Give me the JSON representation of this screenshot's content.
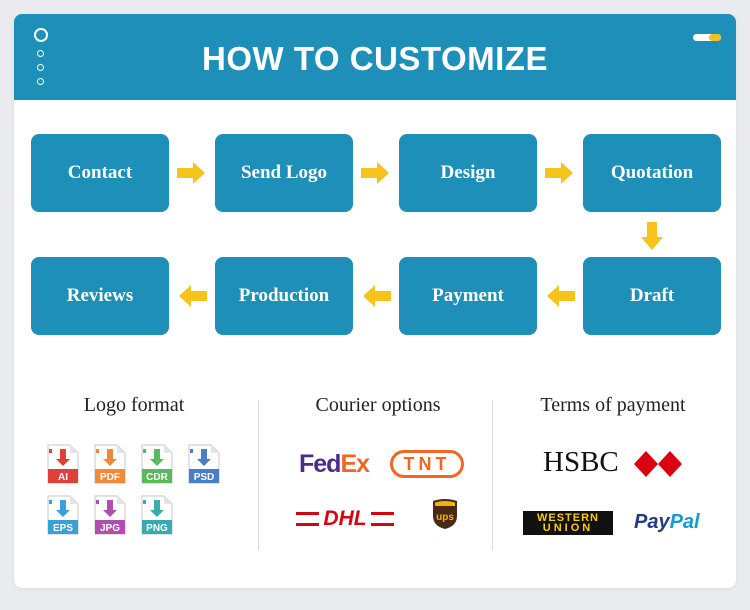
{
  "header": {
    "title": "HOW TO CUSTOMIZE"
  },
  "steps": [
    {
      "label": "Contact"
    },
    {
      "label": "Send Logo"
    },
    {
      "label": "Design"
    },
    {
      "label": "Quotation"
    },
    {
      "label": "Draft"
    },
    {
      "label": "Payment"
    },
    {
      "label": "Production"
    },
    {
      "label": "Reviews"
    }
  ],
  "colors": {
    "primary": "#1e8fb8",
    "arrow": "#f6c21c",
    "background": "#e9ebee"
  },
  "sections": {
    "logo_format": {
      "title": "Logo format",
      "files": [
        {
          "ext": "AI",
          "color": "#e0403a"
        },
        {
          "ext": "PDF",
          "color": "#f08a3a"
        },
        {
          "ext": "CDR",
          "color": "#5cb85c"
        },
        {
          "ext": "PSD",
          "color": "#4a7fc8"
        },
        {
          "ext": "EPS",
          "color": "#3aa0d8"
        },
        {
          "ext": "JPG",
          "color": "#b04fb0"
        },
        {
          "ext": "PNG",
          "color": "#3aaab0"
        }
      ]
    },
    "courier": {
      "title": "Courier options",
      "logos": {
        "fedex_a": "Fed",
        "fedex_b": "Ex",
        "tnt": "TNT",
        "dhl": "DHL",
        "ups": "ups"
      }
    },
    "payment": {
      "title": "Terms of payment",
      "logos": {
        "hsbc": "HSBC",
        "wu_line1": "WESTERN",
        "wu_line2": "UNION",
        "paypal_a": "Pay",
        "paypal_b": "Pal"
      }
    }
  }
}
